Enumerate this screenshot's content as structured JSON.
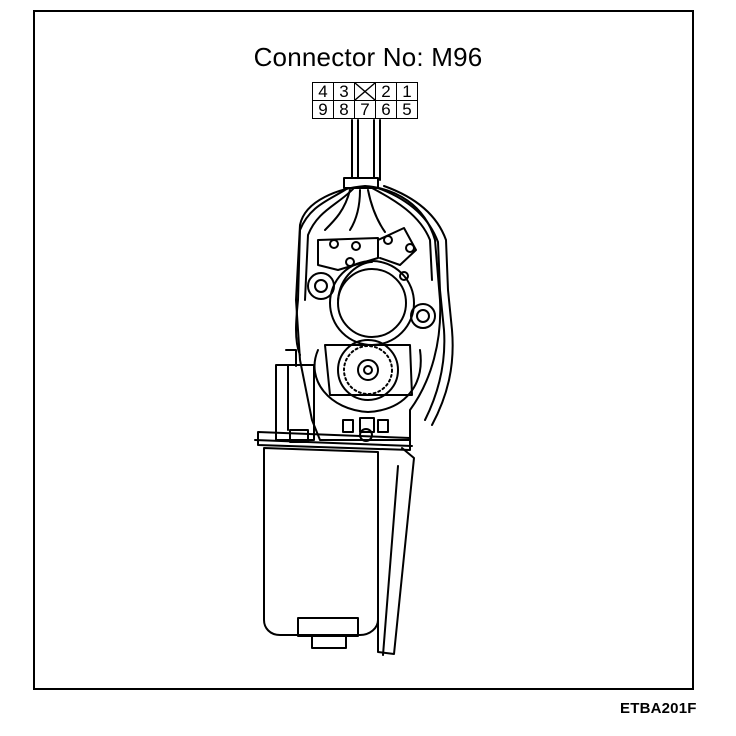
{
  "title": "Connector No: M96",
  "connector": {
    "top_row": [
      "4",
      "3",
      "",
      "2",
      "1"
    ],
    "bottom_row": [
      "9",
      "8",
      "7",
      "6",
      "5"
    ]
  },
  "figure_code": "ETBA201F"
}
